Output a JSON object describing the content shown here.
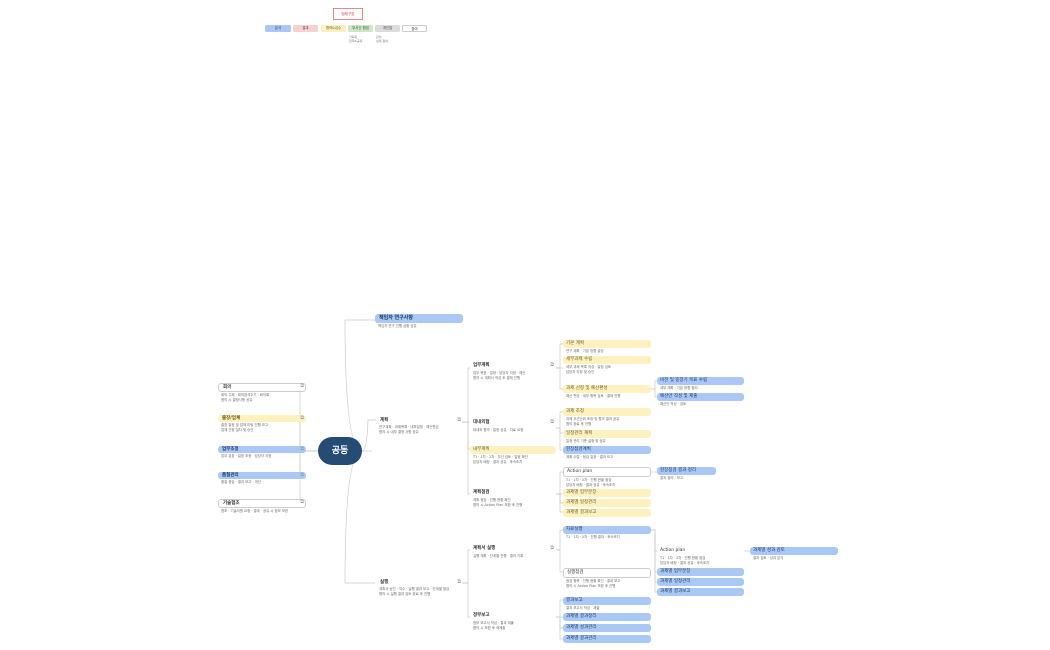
{
  "legend": {
    "title": "범례구분",
    "items": [
      {
        "label": "분석",
        "color": "#a9c8f5"
      },
      {
        "label": "결과",
        "color": "#f6d1d1"
      },
      {
        "label": "협력&검수",
        "color": "#fdf1bf"
      },
      {
        "label": "부서간 협업",
        "color": "#cfe6c8"
      },
      {
        "label": "개인업",
        "color": "#dcdcdc"
      },
      {
        "label": "참여",
        "color": "#ffffff"
      }
    ],
    "notes": [
      [
        "기획된",
        "협력&공유"
      ],
      [
        "관리",
        "실제 참여"
      ]
    ]
  },
  "center": {
    "label": "공동"
  },
  "left_nodes": [
    {
      "title": "회의",
      "lines": [
        "회의 주제 · 회의참석주기 · 회의록",
        "협의 시 결정사항 공유"
      ],
      "color": "white"
    },
    {
      "title": "출장/업체",
      "lines": [
        "출장 일정 및 업체 미팅 진행 보고",
        "업체 선정 절차 및 승인"
      ],
      "color": "yellow"
    },
    {
      "title": "업무조정",
      "lines": [
        "업무 분장 · 일정 조정 · 담당자 지정"
      ],
      "color": "blue"
    },
    {
      "title": "품질관리",
      "lines": [
        "품질 점검 · 결과 보고 · 개선"
      ],
      "color": "blue"
    },
    {
      "title": "기술협조",
      "lines": [
        "협조 · 기술지원 요청 · 결과 · 공유 시 정보 보완"
      ],
      "color": "white"
    }
  ],
  "top_node": {
    "title": "책임자 연구사항",
    "lines": [
      "책임자 연구 진행 상황 공유"
    ]
  },
  "branches": [
    {
      "title": "계획",
      "lines": [
        "연구계획 · 과제목록 · 내부일정 · 예산편성",
        "협의 시 내부 결정 사항 공유"
      ]
    },
    {
      "title": "실행",
      "lines": [
        "계획서 승인 · 착수 · 실행 결과 보고 · 단계별 점검",
        "협의 시 실행 결과 검토 완료 후 진행"
      ]
    }
  ],
  "sub_nodes": [
    {
      "title": "업무계획",
      "lines": [
        "업무 목표 · 일정 · 담당자 지정 · 예산",
        "협의 시 계획서 작성 후 결재 진행"
      ]
    },
    {
      "title": "대내외협",
      "lines": [
        "대내외 협의 · 일정 공유 · 자료 요청"
      ]
    },
    {
      "title": "내부계획",
      "lines": [
        "T1 · 1차 · 2차 · 우선 검토 · 일정 확인",
        "담당자 배정 · 결과 공유 · 후속조치"
      ]
    },
    {
      "title": "계획점검",
      "lines": [
        "계획 점검 · 진행 현황 확인",
        "협의 시 Action Plan 보완 후 진행"
      ]
    },
    {
      "title": "계획서 실행",
      "lines": [
        "실행 계획 · 단계별 진행 · 결과 기록"
      ]
    },
    {
      "title": "정부보고",
      "lines": [
        "정부 보고서 작성 · 결과 제출",
        "협의 시 보완 후 재제출"
      ]
    }
  ],
  "right_items": [
    {
      "title": "기본 계획",
      "lines": [
        "연구 계획 · 기본 방향 설정"
      ],
      "color": "yellow"
    },
    {
      "title": "세부과제 수립",
      "lines": [
        "세부 과제 목록 작성 · 일정 검토",
        "담당자 지정 및 승인"
      ],
      "color": "yellow"
    },
    {
      "title": "과제 선정 및 예산편성",
      "lines": [
        "예산 편성 · 세부 항목 검토 · 결재 진행"
      ],
      "color": "yellow"
    },
    {
      "title": "과제 조정",
      "lines": [
        "과제 우선순위 조정 및 협의 결과 공유",
        "협의 완료 후 진행"
      ],
      "color": "yellow"
    },
    {
      "title": "일정관리 계획",
      "lines": [
        "일정 관리 기준 설정 및 공유"
      ],
      "color": "yellow"
    },
    {
      "title": "현장점검계획",
      "lines": [
        "계획 수립 · 점검 일정 · 결과 보고"
      ],
      "color": "blue"
    },
    {
      "title": "Action plan",
      "lines": [
        "T1 · 1차 · 2차 · 진행 현황 점검",
        "담당자 배정 · 결과 공유 · 후속조치"
      ],
      "color": "white"
    },
    {
      "title": "과제별 업무분장",
      "lines": [],
      "color": "yellow"
    },
    {
      "title": "과제별 일정관리",
      "lines": [],
      "color": "yellow"
    },
    {
      "title": "과제별 결과보고",
      "lines": [],
      "color": "yellow"
    },
    {
      "title": "자료실행",
      "lines": [
        "T1 · 1차 · 2차 · 진행 결과 · 후속조치"
      ],
      "color": "blue"
    },
    {
      "title": "실행점검",
      "lines": [
        "점검 항목 · 진행 현황 확인 · 결과 보고",
        "협의 시 Action Plan 보완 후 진행"
      ],
      "color": "white"
    },
    {
      "title": "결과보고",
      "lines": [
        "결과 보고서 작성 · 제출"
      ],
      "color": "blue"
    },
    {
      "title": "과제별 결과정리",
      "lines": [],
      "color": "blue"
    },
    {
      "title": "과제별 성과관리",
      "lines": [],
      "color": "blue"
    },
    {
      "title": "과제별 결과관리",
      "lines": [],
      "color": "blue"
    }
  ],
  "far_right": [
    {
      "title": "비전 및 중장기 목표 수립",
      "lines": [
        "세부 계획 · 기본 방향 정리"
      ]
    },
    {
      "title": "예산안 작성 및 제출",
      "lines": [
        "예산안 작성 · 검토"
      ]
    },
    {
      "title": "현장점검 결과 정리",
      "lines": [
        "결과 정리 · 보고"
      ]
    },
    {
      "title": "Action plan",
      "lines": [
        "T1 · 1차 · 2차 · 진행 현황 점검",
        "담당자 배정 · 결과 공유 · 후속조치"
      ]
    },
    {
      "title": "과제별 업무분장",
      "lines": []
    },
    {
      "title": "과제별 일정관리",
      "lines": []
    },
    {
      "title": "과제별 결과보고",
      "lines": []
    },
    {
      "title": "과제별 성과 검토",
      "lines": [
        "결과 검토 · 성과 분석"
      ]
    }
  ]
}
